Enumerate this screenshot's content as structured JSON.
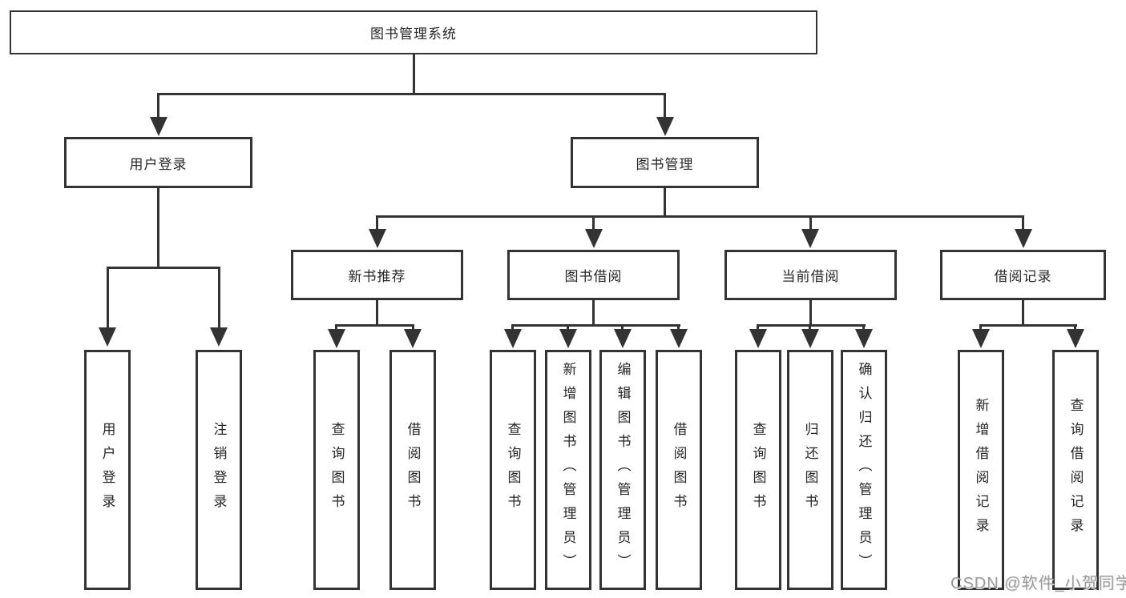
{
  "tree": {
    "label": "图书管理系统",
    "children": [
      {
        "label": "用户登录",
        "children": [
          {
            "label": "用户登录"
          },
          {
            "label": "注销登录"
          }
        ]
      },
      {
        "label": "图书管理",
        "children": [
          {
            "label": "新书推荐",
            "children": [
              {
                "label": "查询图书"
              },
              {
                "label": "借阅图书"
              }
            ]
          },
          {
            "label": "图书借阅",
            "children": [
              {
                "label": "查询图书"
              },
              {
                "label": "新增图书（管理员）"
              },
              {
                "label": "编辑图书（管理员）"
              },
              {
                "label": "借阅图书"
              }
            ]
          },
          {
            "label": "当前借阅",
            "children": [
              {
                "label": "查询图书"
              },
              {
                "label": "归还图书"
              },
              {
                "label": "确认归还（管理员）"
              }
            ]
          },
          {
            "label": "借阅记录",
            "children": [
              {
                "label": "新增借阅记录"
              },
              {
                "label": "查询借阅记录"
              }
            ]
          }
        ]
      }
    ]
  },
  "watermark": {
    "text": "CSDN @软件_小贺同学"
  },
  "colors": {
    "line": "#333333",
    "text": "#262626",
    "background": "#ffffff",
    "watermark": "#9c9c9c"
  }
}
